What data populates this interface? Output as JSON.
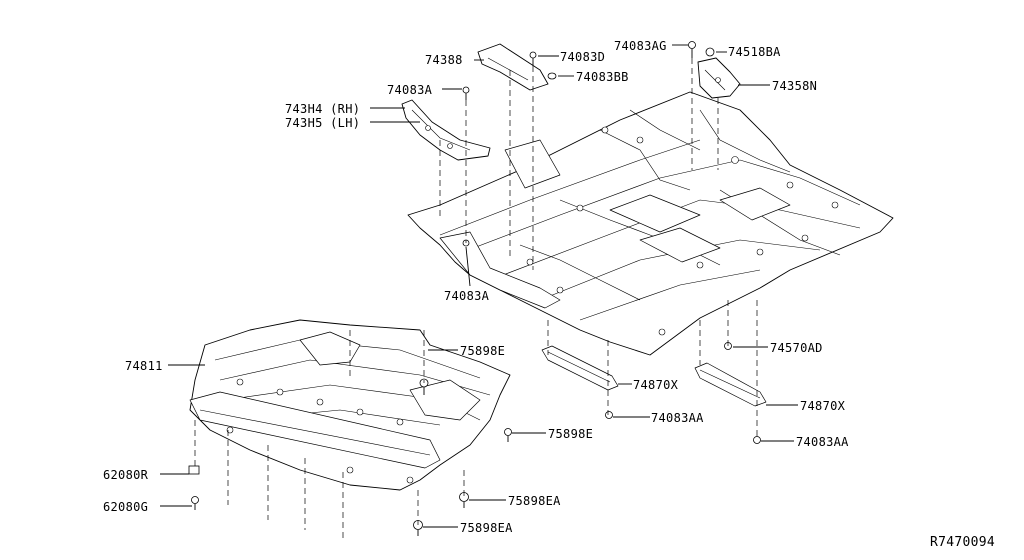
{
  "diagram_id": "R7470094",
  "callouts": [
    {
      "id": "74388",
      "text": "74388"
    },
    {
      "id": "74083D",
      "text": "74083D"
    },
    {
      "id": "74083AG",
      "text": "74083AG"
    },
    {
      "id": "74518BA",
      "text": "74518BA"
    },
    {
      "id": "74083BB",
      "text": "74083BB"
    },
    {
      "id": "74358N",
      "text": "74358N"
    },
    {
      "id": "74083A-top",
      "text": "74083A"
    },
    {
      "id": "743H4",
      "text": "743H4 (RH)"
    },
    {
      "id": "743H5",
      "text": "743H5 (LH)"
    },
    {
      "id": "74083A-bottom",
      "text": "74083A"
    },
    {
      "id": "74811",
      "text": "74811"
    },
    {
      "id": "75898E-top",
      "text": "75898E"
    },
    {
      "id": "74570AD",
      "text": "74570AD"
    },
    {
      "id": "74870X-left",
      "text": "74870X"
    },
    {
      "id": "74870X-right",
      "text": "74870X"
    },
    {
      "id": "74083AA-left",
      "text": "74083AA"
    },
    {
      "id": "74083AA-right",
      "text": "74083AA"
    },
    {
      "id": "75898E-bottom",
      "text": "75898E"
    },
    {
      "id": "62080R",
      "text": "62080R"
    },
    {
      "id": "75898EA-top",
      "text": "75898EA"
    },
    {
      "id": "62080G",
      "text": "62080G"
    },
    {
      "id": "75898EA-bottom",
      "text": "75898EA"
    }
  ]
}
